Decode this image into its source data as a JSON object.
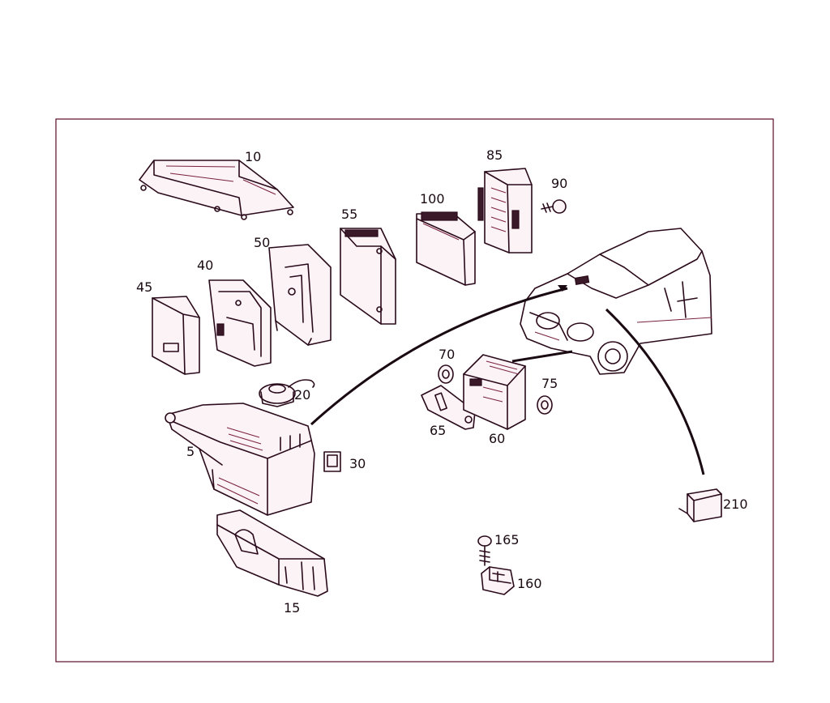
{
  "part_labels": {
    "p10": "10",
    "p85": "85",
    "p90": "90",
    "p100": "100",
    "p55": "55",
    "p50": "50",
    "p40": "40",
    "p45": "45",
    "p70": "70",
    "p75": "75",
    "p20": "20",
    "p65": "65",
    "p60": "60",
    "p5": "5",
    "p30": "30",
    "p210": "210",
    "p165": "165",
    "p160": "160",
    "p15": "15"
  },
  "colors": {
    "frame": "#5a0a2a",
    "line": "#2a0a1a",
    "tint": "#fbf3f6"
  }
}
